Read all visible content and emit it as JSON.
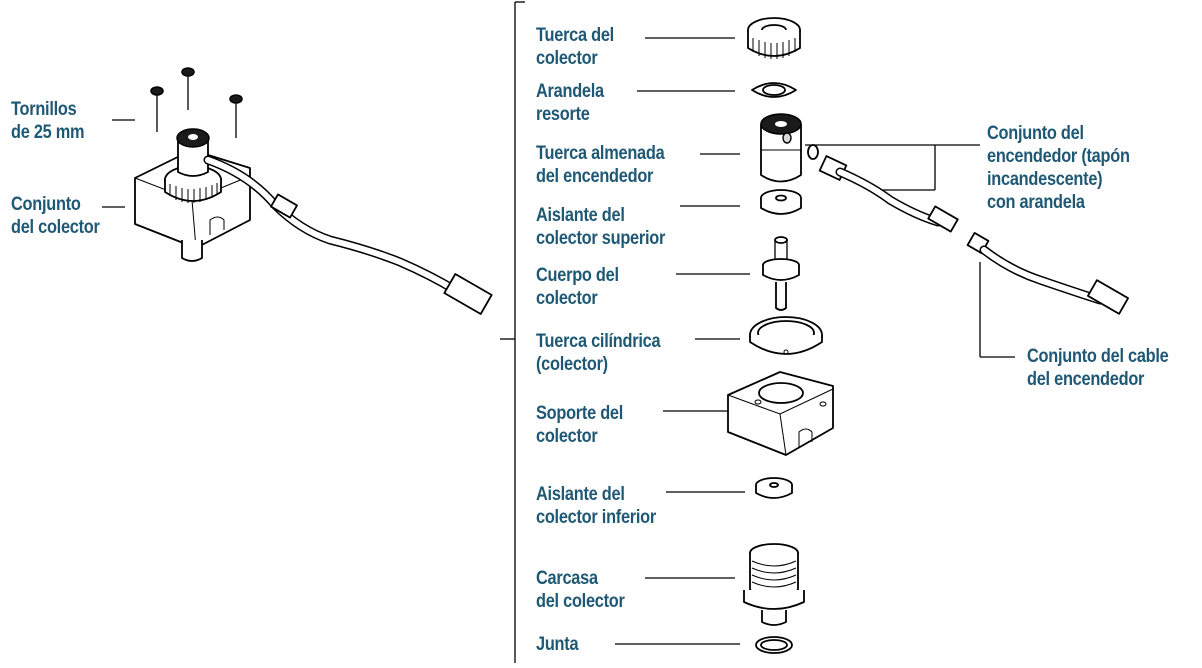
{
  "labels": {
    "tornillos": "Tornillos\nde 25 mm",
    "conjunto_colector": "Conjunto\ndel colector",
    "tuerca_colector": "Tuerca del\ncolector",
    "arandela_resorte": "Arandela\nresorte",
    "tuerca_almenada": "Tuerca almenada\ndel encendedor",
    "aislante_superior": "Aislante del\ncolector superior",
    "cuerpo_colector": "Cuerpo del\ncolector",
    "tuerca_cilindrica": "Tuerca cilíndrica\n(colector)",
    "soporte_colector": "Soporte del\ncolector",
    "aislante_inferior": "Aislante del\ncolector inferior",
    "carcasa_colector": "Carcasa\ndel colector",
    "junta": "Junta",
    "conjunto_encendedor": "Conjunto del\nencendedor (tapón\nincandescente)\ncon arandela",
    "conjunto_cable": "Conjunto del cable\ndel encendedor"
  },
  "colors": {
    "label_text": "#1f5874",
    "line_art": "#000000"
  }
}
